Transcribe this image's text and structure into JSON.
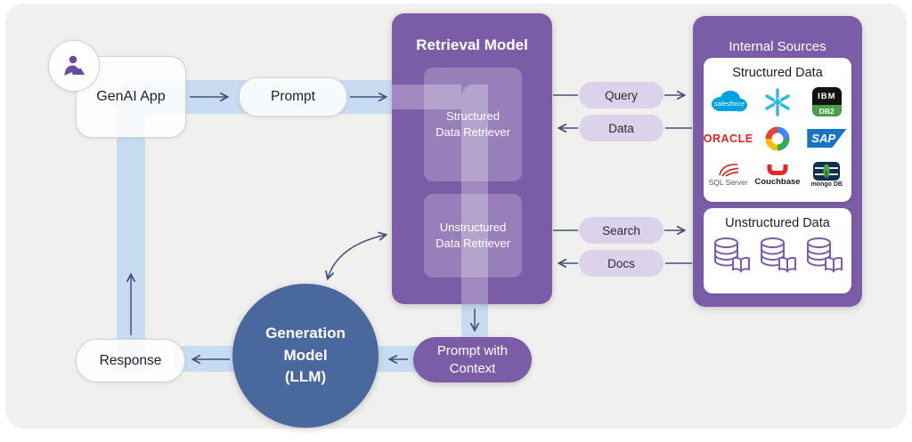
{
  "colors": {
    "canvas_bg": "#f0f0ee",
    "purple": "#7b5ca7",
    "pill_lavender": "#ddd2ec",
    "band_blue": "#c8dcf1",
    "circle_blue": "#49689b",
    "arrow": "#44507a"
  },
  "nodes": {
    "genai_app": {
      "label": "GenAI App"
    },
    "prompt": {
      "label": "Prompt"
    },
    "response": {
      "label": "Response"
    },
    "prompt_with_context": {
      "label": "Prompt with\nContext"
    },
    "generation_model": {
      "label": "Generation\nModel\n(LLM)"
    }
  },
  "retrieval_model": {
    "title": "Retrieval Model",
    "structured_retriever": {
      "label": "Structured\nData Retriever"
    },
    "unstructured_retriever": {
      "label": "Unstructured\nData Retriever"
    }
  },
  "exchange_pills": [
    {
      "label": "Query"
    },
    {
      "label": "Data"
    },
    {
      "label": "Search"
    },
    {
      "label": "Docs"
    }
  ],
  "internal_sources": {
    "title": "Internal Sources",
    "structured_data": {
      "title": "Structured Data",
      "logos": {
        "salesforce": {
          "text": "salesforce"
        },
        "snowflake": {
          "name": "snowflake-icon"
        },
        "ibm_db2": {
          "top": "IBM",
          "bottom": "DB2"
        },
        "oracle": {
          "text": "ORACLE"
        },
        "google_cloud": {
          "name": "google-cloud-icon"
        },
        "sap": {
          "text": "SAP"
        },
        "sql_server": {
          "text": "SQL Server"
        },
        "couchbase": {
          "text": "Couchbase"
        },
        "mongodb": {
          "text": "mongo DB"
        }
      }
    },
    "unstructured_data": {
      "title": "Unstructured Data"
    }
  }
}
